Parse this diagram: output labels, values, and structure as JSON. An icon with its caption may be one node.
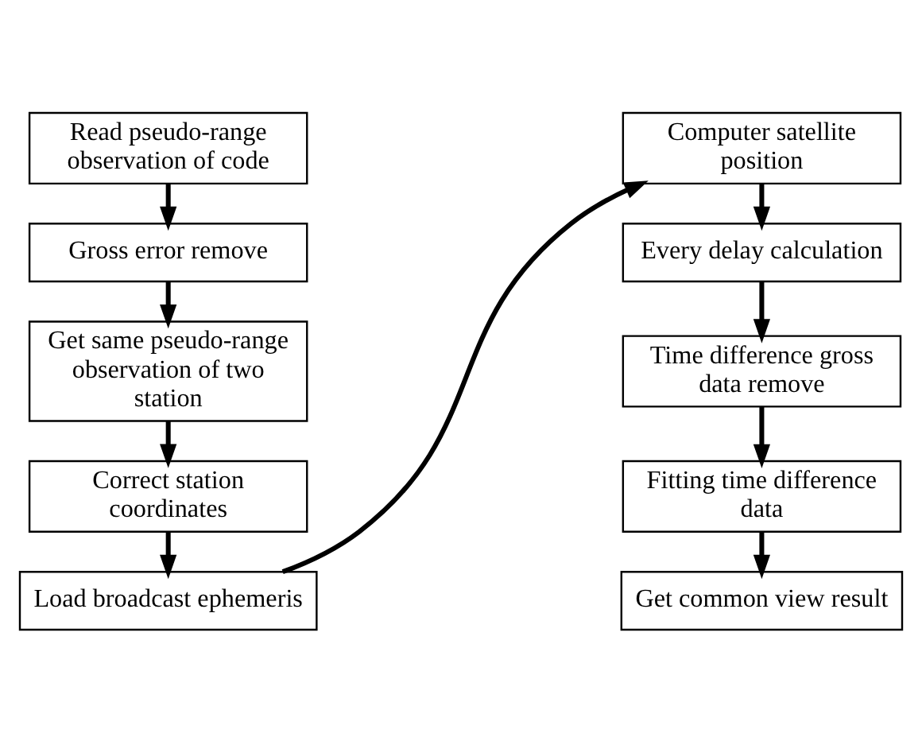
{
  "diagram": {
    "nodes": [
      {
        "text": [
          "Read pseudo-range observation of code"
        ]
      },
      {
        "text": [
          "Gross error remove"
        ]
      },
      {
        "text": [
          "Get same pseudo-range observation of two station"
        ]
      },
      {
        "text": [
          "Correct station coordinates"
        ]
      },
      {
        "text": [
          "Load broadcast ephemeris"
        ]
      },
      {
        "text": [
          "Computer satellite position"
        ]
      },
      {
        "text": [
          "Every delay calculation"
        ]
      },
      {
        "text": [
          "Time difference gross data remove"
        ]
      },
      {
        "text": [
          "Fitting time difference data"
        ]
      },
      {
        "text": [
          "Get common view result"
        ]
      }
    ],
    "edges": [
      {
        "from": 0,
        "to": 1,
        "arrow": "to"
      },
      {
        "from": 1,
        "to": 2,
        "arrow": "to"
      },
      {
        "from": 2,
        "to": 3,
        "arrow": "to"
      },
      {
        "from": 3,
        "to": 4,
        "arrow": "to"
      },
      {
        "from": 4,
        "to": 5,
        "arrow": "to"
      },
      {
        "from": 5,
        "to": 6,
        "arrow": "to"
      },
      {
        "from": 6,
        "to": 7,
        "arrow": "to"
      },
      {
        "from": 7,
        "to": 8,
        "arrow": "to"
      },
      {
        "from": 8,
        "to": 9,
        "arrow": "to"
      }
    ]
  }
}
